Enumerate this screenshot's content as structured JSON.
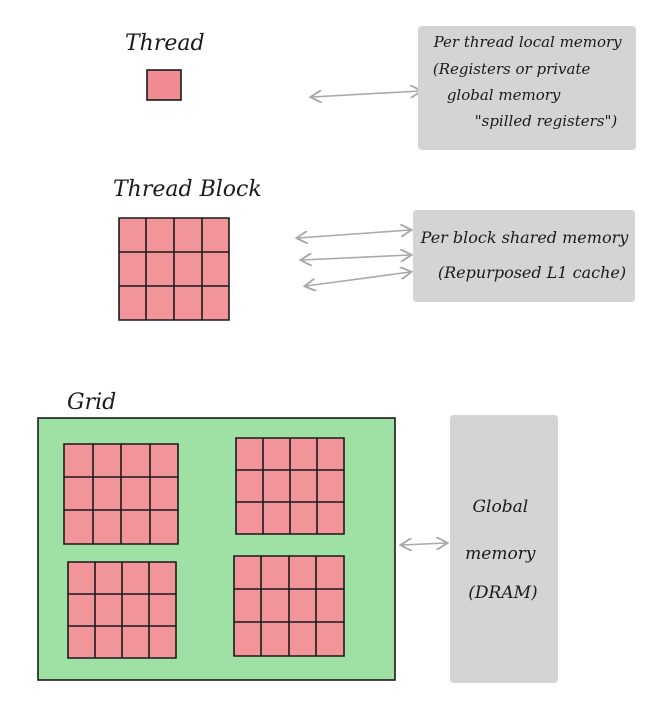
{
  "thread": {
    "title": "Thread",
    "memory_lines": [
      "Per thread local memory",
      "(Registers or private",
      "global memory",
      "\"spilled registers\")"
    ]
  },
  "block": {
    "title": "Thread Block",
    "memory_lines": [
      "Per block shared memory",
      "(Repurposed L1 cache)"
    ]
  },
  "grid": {
    "title": "Grid",
    "memory_lines": [
      "Global",
      "memory",
      "(DRAM)"
    ]
  },
  "colors": {
    "thread_fill": "#f08a93",
    "block_fill": "#f2959b",
    "grid_fill": "#9fe0a5",
    "memory_fill": "#d4d4d4",
    "arrow": "#a9a9a9",
    "ink": "#1a1a1a"
  }
}
